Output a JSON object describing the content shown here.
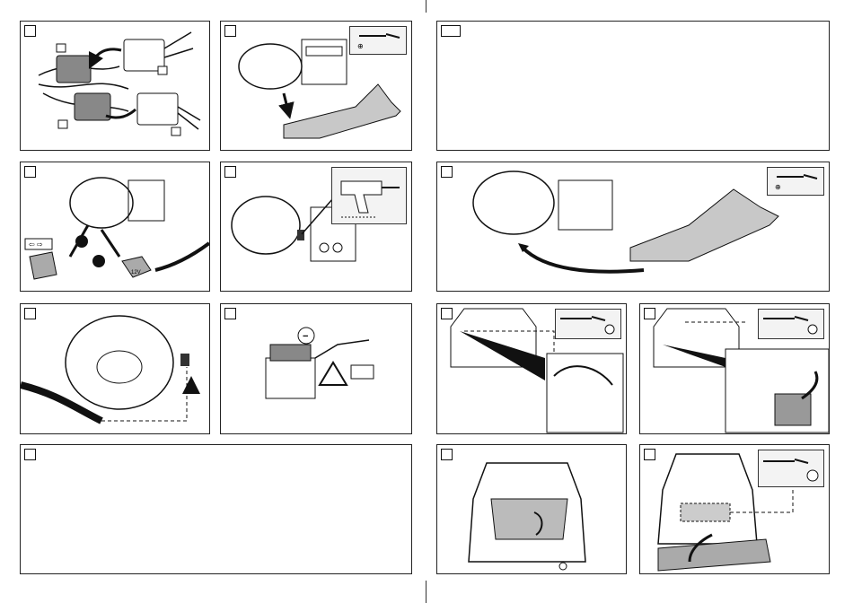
{
  "panels": [
    {
      "id": "p1",
      "step": ""
    },
    {
      "id": "p2",
      "step": ""
    },
    {
      "id": "p3",
      "step": ""
    },
    {
      "id": "p4",
      "step": ""
    },
    {
      "id": "p5",
      "step": ""
    },
    {
      "id": "p6",
      "step": ""
    },
    {
      "id": "p7",
      "step": ""
    },
    {
      "id": "p8",
      "step": ""
    },
    {
      "id": "p9",
      "step": ""
    },
    {
      "id": "p10",
      "step": ""
    },
    {
      "id": "p11",
      "step": ""
    },
    {
      "id": "p12",
      "step": ""
    },
    {
      "id": "p13",
      "step": ""
    }
  ],
  "labels": {
    "relay_voltage": "12V",
    "battery_symbol": "−"
  },
  "colors": {
    "line": "#111111",
    "gray": "#b9b9b9",
    "tool_bg": "#f3f3f3"
  },
  "icons": [
    "screwdriver-icon",
    "drill-icon",
    "warning-triangle-icon",
    "push-clip-icon",
    "arrow-icon",
    "connector-icon",
    "relay-icon",
    "battery-icon"
  ]
}
